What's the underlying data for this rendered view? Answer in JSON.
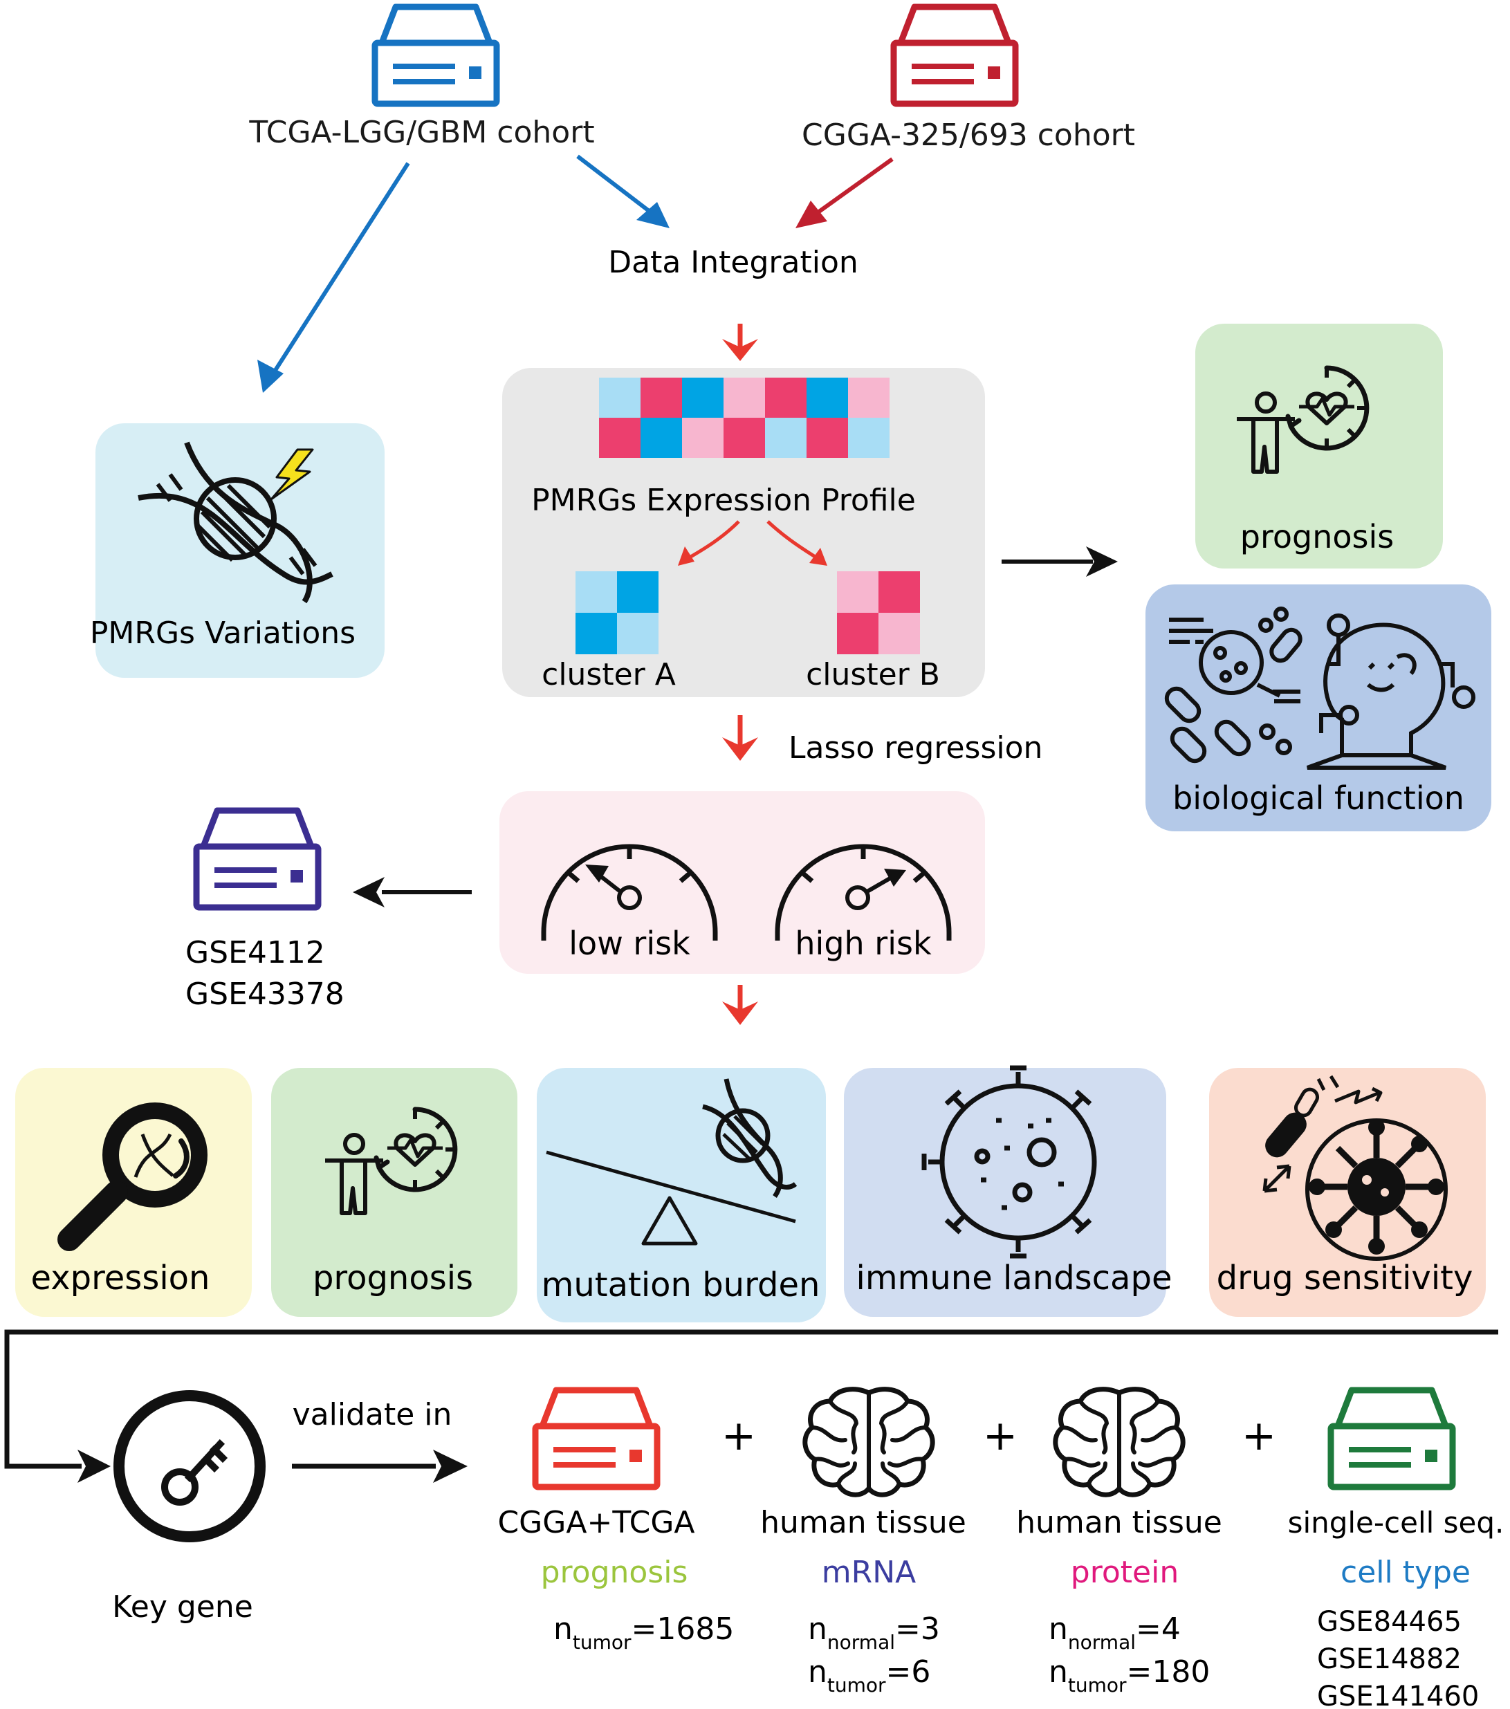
{
  "sources": {
    "tcga": "TCGA-LGG/GBM cohort",
    "cgga": "CGGA-325/693 cohort"
  },
  "integration": "Data Integration",
  "variations": "PMRGs Variations",
  "expression_profile": {
    "title": "PMRGs Expression Profile",
    "cluster_a": "cluster A",
    "cluster_b": "cluster B"
  },
  "side_panel": {
    "prognosis": "prognosis",
    "biological_function": "biological function"
  },
  "lasso": "Lasso regression",
  "risk": {
    "low": "low risk",
    "high": "high risk"
  },
  "validation_datasets": [
    "GSE4112",
    "GSE43378"
  ],
  "analyses": [
    "expression",
    "prognosis",
    "mutation burden",
    "immune landscape",
    "drug sensitivity"
  ],
  "key_gene": "Key gene",
  "validate_in": "validate in",
  "plus_sign": "+",
  "validation_items": [
    {
      "title": "CGGA+TCGA",
      "subtitle": "prognosis",
      "subtitle_color": "#9bc53d",
      "lines": [
        {
          "n": "n",
          "sub": "tumor",
          "value": "=1685"
        }
      ]
    },
    {
      "title": "human tissue",
      "subtitle": "mRNA",
      "subtitle_color": "#3b3da0",
      "lines": [
        {
          "n": "n",
          "sub": "normal",
          "value": "=3"
        },
        {
          "n": "n",
          "sub": "tumor",
          "value": "=6"
        }
      ]
    },
    {
      "title": "human tissue",
      "subtitle": "protein",
      "subtitle_color": "#e0197d",
      "lines": [
        {
          "n": "n",
          "sub": "normal",
          "value": "=4"
        },
        {
          "n": "n",
          "sub": "tumor",
          "value": "=180"
        }
      ]
    },
    {
      "title": "single-cell seq.",
      "subtitle": "cell type",
      "subtitle_color": "#1e7bc4",
      "datasets": [
        "GSE84465",
        "GSE14882",
        "GSE141460"
      ]
    }
  ],
  "colors": {
    "tcga_blue": "#1673c2",
    "cgga_red": "#c0202f",
    "flow_red": "#e8382e",
    "gse_purple": "#3b2e91",
    "val_red": "#e8382e",
    "val_green": "#1e7a3c"
  },
  "icons": {
    "tcga": "server-icon",
    "cgga": "server-icon",
    "variations": "dna-mutation-icon",
    "prognosis": "patient-clock-icon",
    "biological_function": "cell-brain-icon",
    "risk": "gauge-icon",
    "expression": "magnifier-dna-icon",
    "mutation_burden": "seesaw-dna-icon",
    "immune_landscape": "cell-receptor-icon",
    "drug_sensitivity": "virus-drug-icon",
    "key_gene": "key-icon",
    "human_tissue": "brain-icon"
  }
}
